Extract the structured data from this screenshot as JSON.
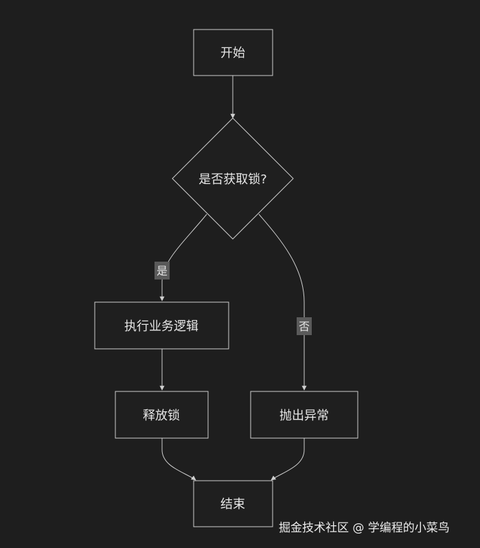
{
  "nodes": {
    "start": "开始",
    "decision": "是否获取锁?",
    "business": "执行业务逻辑",
    "release": "释放锁",
    "throw": "抛出异常",
    "end": "结束"
  },
  "edges": {
    "yes_label": "是",
    "no_label": "否"
  },
  "watermark": "掘金技术社区 @ 学编程的小菜鸟"
}
